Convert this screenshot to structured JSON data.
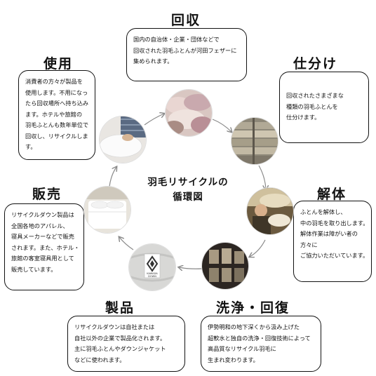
{
  "center": {
    "line1": "羽毛リサイクルの",
    "line2": "循環図"
  },
  "stages": {
    "collect": {
      "title": "回収",
      "lines": [
        "国内の自治体・企業・団体などで",
        "回収された羽毛ふとんが河田フェザーに",
        "集められます。"
      ]
    },
    "sort": {
      "title": "仕分け",
      "lines": [
        "回収されたさまざまな",
        "種類の羽毛ふとんを",
        "仕分けます。"
      ]
    },
    "dismantle": {
      "title": "解体",
      "lines": [
        "ふとんを解体し、",
        "中の羽毛を取り出します。",
        "解体作業は障がい者の",
        "方々に",
        "ご協力いただいています。"
      ]
    },
    "wash": {
      "title": "洗浄・回復",
      "lines": [
        "伊勢明和の地下深くから汲み上げた",
        "超軟水と独自の洗浄・回復技術によって",
        "高品質なリサイクル羽毛に",
        "生まれ変わります。"
      ]
    },
    "product": {
      "title": "製品",
      "lines": [
        "リサイクルダウンは自社または",
        "自社以外の企業で製品化されます。",
        "主に羽毛ふとんやダウンジャケット",
        "などに使われます。"
      ]
    },
    "sell": {
      "title": "販売",
      "lines": [
        "リサイクルダウン製品は",
        "全国各地のアパレル、",
        "寝具メーカーなどで販売",
        "されます。また、ホテル・",
        "旅館の客室寝具用として",
        "販売しています。"
      ]
    },
    "use": {
      "title": "使用",
      "lines": [
        "消費者の方々が製品を",
        "使用します。不用になっ",
        "たら回収場所へ持ち込み",
        "ます。ホテルや旅館の",
        "羽毛ふとんも数年単位で",
        "回収し、リサイクルしま",
        "す。"
      ]
    }
  },
  "product_label": {
    "brand_line1": "KAWADA",
    "brand_line2": "DOWN"
  },
  "colors": {
    "text": "#111111",
    "arrow": "#8a8a8a",
    "border": "#111111"
  }
}
